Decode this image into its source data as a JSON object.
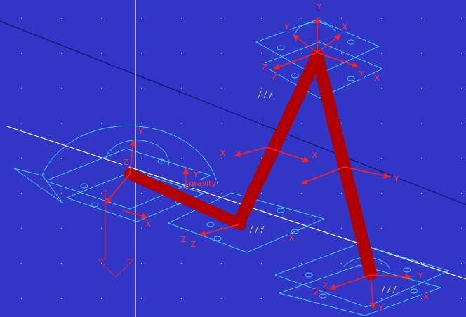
{
  "diagram": {
    "labels": [
      "Y",
      "Y",
      "X",
      "Z",
      "Z",
      "Y",
      "X",
      "X",
      "X",
      "Y",
      "Y",
      "gravity",
      "Y",
      "Z",
      "X",
      "Z",
      "Z",
      "X",
      "Z",
      "Z",
      "Y",
      "X",
      "Y"
    ]
  }
}
